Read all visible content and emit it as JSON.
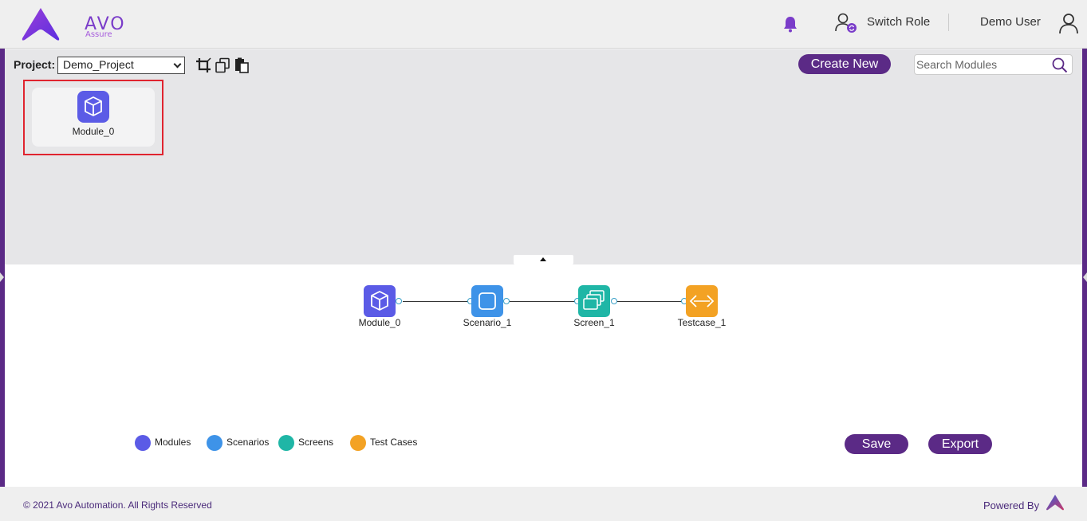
{
  "header": {
    "logo_text": "AVO",
    "logo_sub": "Assure",
    "switch_role": "Switch Role",
    "user_name": "Demo User"
  },
  "toolbar": {
    "project_label": "Project:",
    "project_selected": "Demo_Project",
    "create_new": "Create New",
    "search_placeholder": "Search Modules"
  },
  "modules": [
    {
      "label": "Module_0",
      "selected": true
    }
  ],
  "canvas": {
    "nodes": [
      {
        "type": "module",
        "label": "Module_0",
        "color": "#5b5be6"
      },
      {
        "type": "scenario",
        "label": "Scenario_1",
        "color": "#3e93e8"
      },
      {
        "type": "screen",
        "label": "Screen_1",
        "color": "#1fb6a6"
      },
      {
        "type": "testcase",
        "label": "Testcase_1",
        "color": "#f3a224"
      }
    ]
  },
  "legend": [
    {
      "label": "Modules",
      "color": "#5b5be6"
    },
    {
      "label": "Scenarios",
      "color": "#3e93e8"
    },
    {
      "label": "Screens",
      "color": "#1fb6a6"
    },
    {
      "label": "Test Cases",
      "color": "#f3a224"
    }
  ],
  "actions": {
    "save": "Save",
    "export": "Export"
  },
  "footer": {
    "copyright": "© 2021 Avo Automation. All Rights Reserved",
    "powered_by": "Powered By"
  },
  "colors": {
    "brand_purple": "#5b2a86",
    "highlight_red": "#e0242f"
  }
}
